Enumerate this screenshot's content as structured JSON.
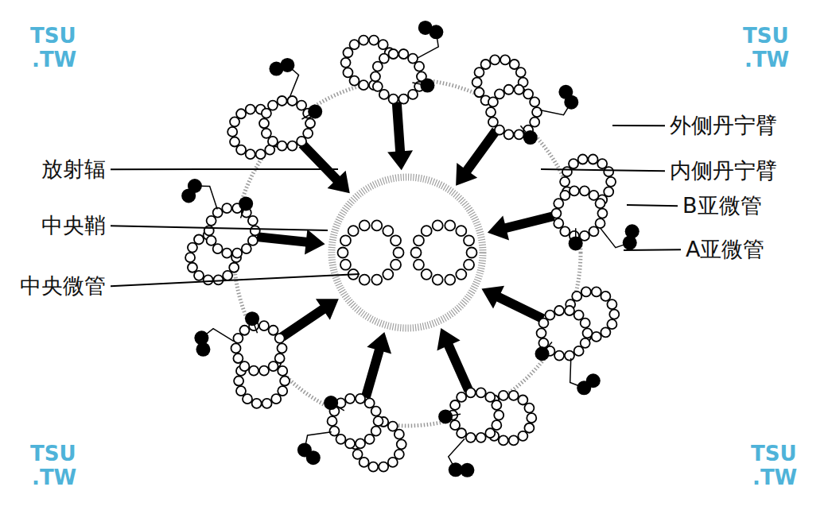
{
  "diagram": {
    "labels": [
      "外侧丹宁臂",
      "内侧丹宁臂",
      "B亚微管",
      "A亚微管",
      "放射辐",
      "中央鞘",
      "中央微管",
      "TSU",
      ".TW",
      "TSU",
      ".TW",
      "TSU",
      ".TW",
      "TSU",
      ".TW"
    ]
  }
}
